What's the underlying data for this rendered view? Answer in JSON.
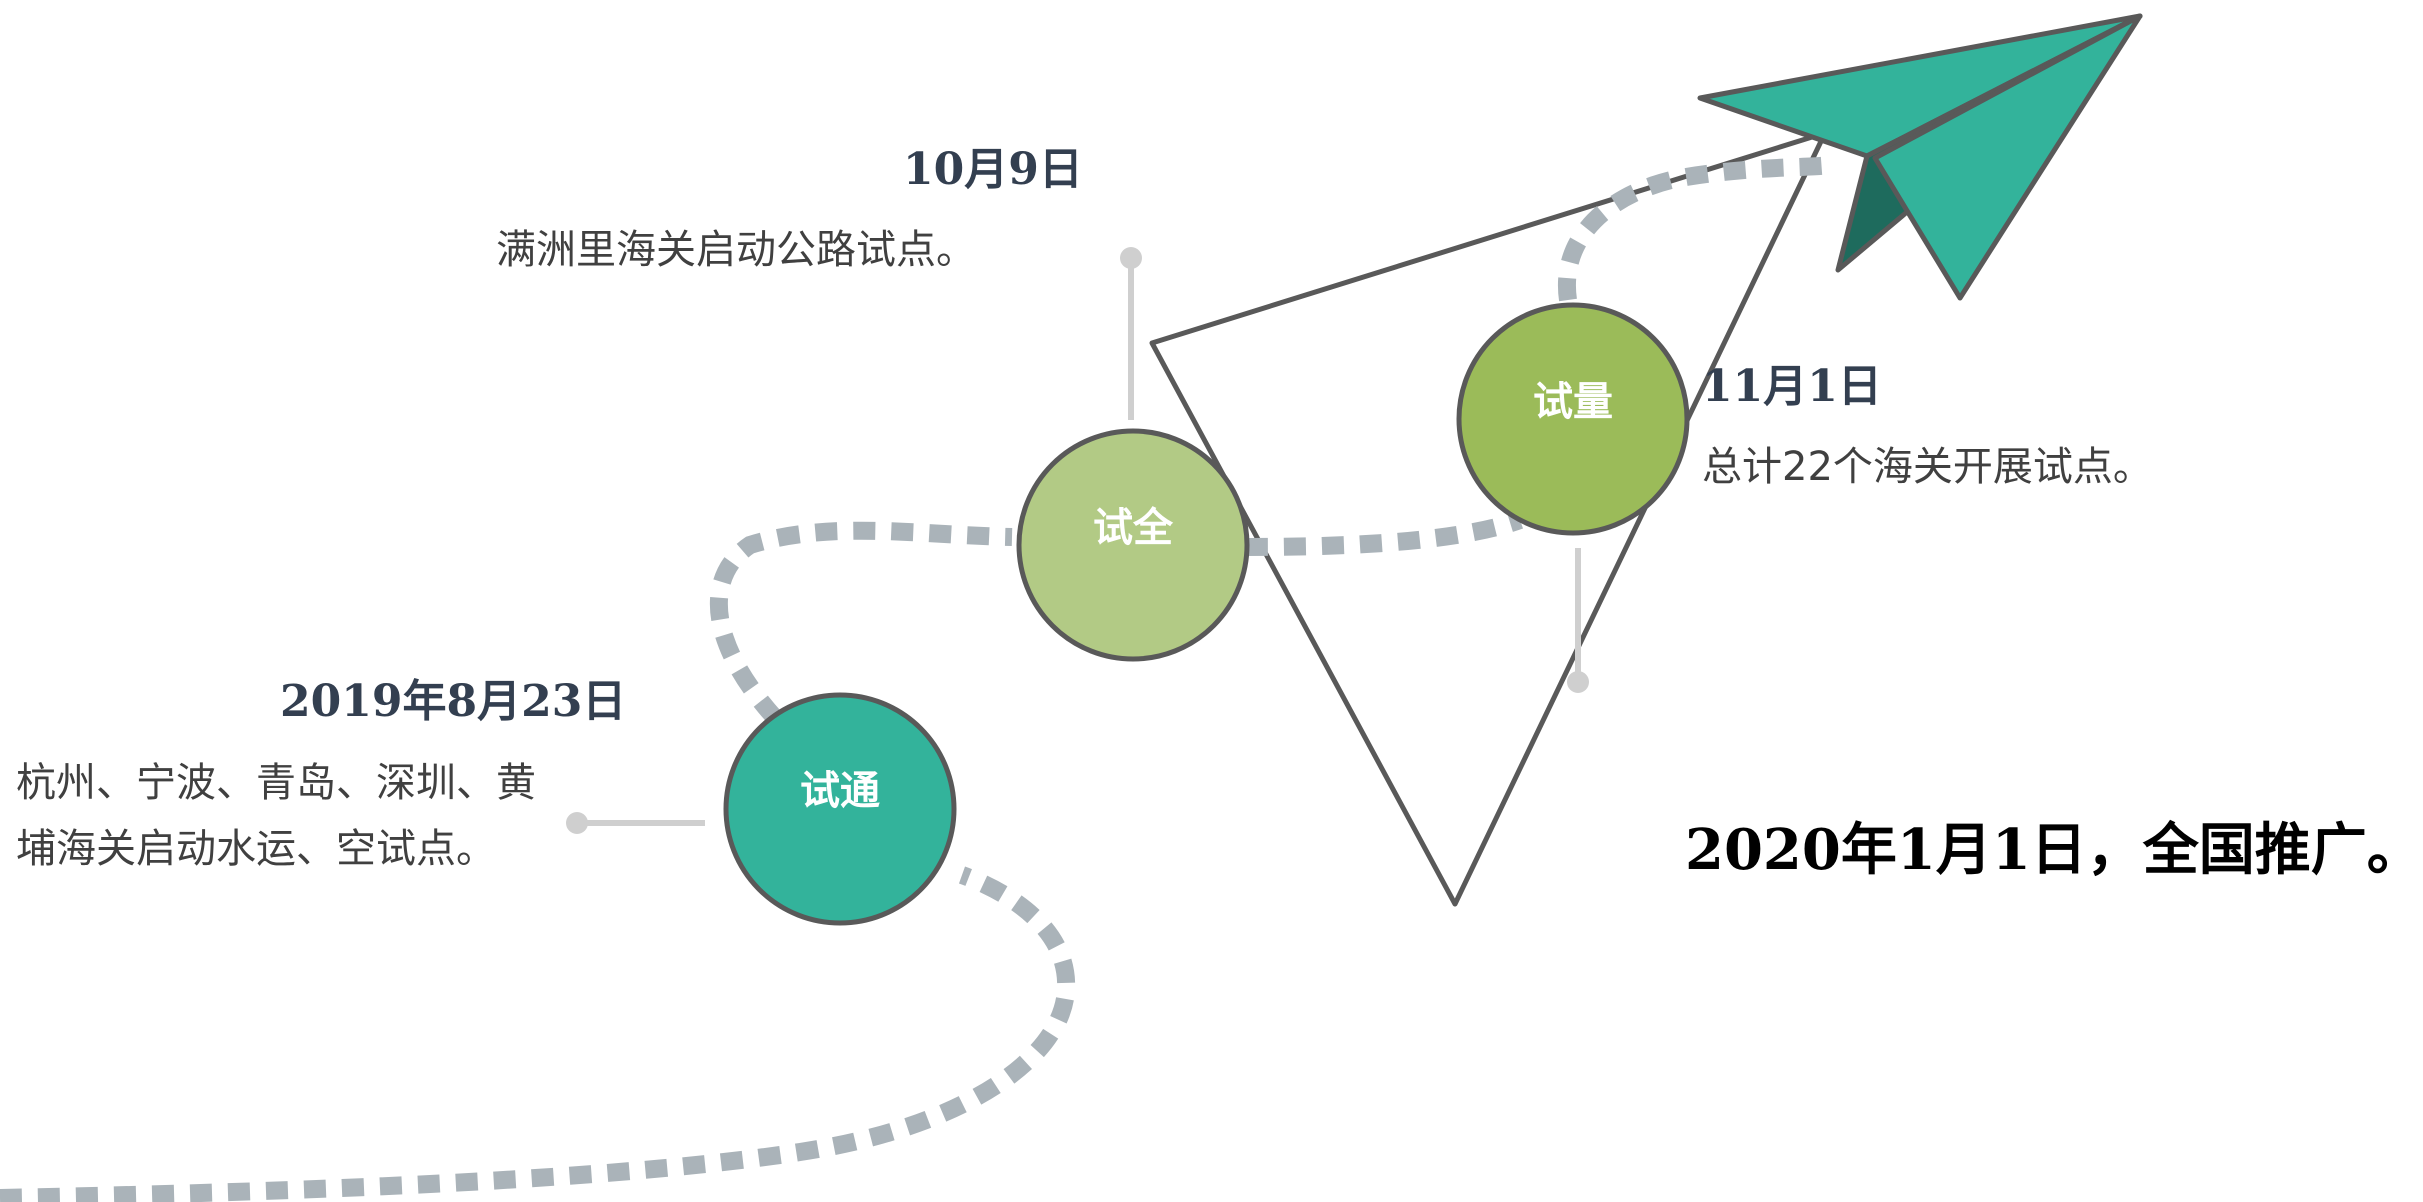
{
  "milestones": [
    {
      "node": "试通",
      "date": "2019年8月23日",
      "description_lines": [
        "杭州、宁波、青岛、深圳、黄",
        "埔海关启动水运、空试点。"
      ],
      "color": "#33b39b"
    },
    {
      "node": "试全",
      "date": "10月9日",
      "description_lines": [
        "满洲里海关启动公路试点。"
      ],
      "color": "#b2ca85"
    },
    {
      "node": "试量",
      "date": "11月1日",
      "description_lines": [
        "总计22个海关开展试点。"
      ],
      "color": "#9bbb59"
    }
  ],
  "final": "2020年1月1日，全国推广。",
  "colors": {
    "path": "#aab3b9",
    "outline": "#595959",
    "connector": "#cfcfcf",
    "plane": "#33b39b",
    "plane_dark": "#1e6b5d",
    "date_text": "#333f50"
  },
  "icons": [
    "paper-plane-icon"
  ]
}
